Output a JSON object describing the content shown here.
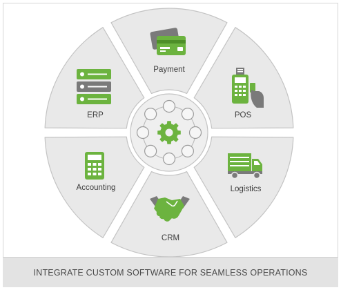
{
  "segments": [
    {
      "id": "payment",
      "label": "Payment",
      "icon": "credit-card-icon"
    },
    {
      "id": "pos",
      "label": "POS",
      "icon": "pos-terminal-icon"
    },
    {
      "id": "logistics",
      "label": "Logistics",
      "icon": "delivery-truck-icon"
    },
    {
      "id": "crm",
      "label": "CRM",
      "icon": "handshake-icon"
    },
    {
      "id": "accounting",
      "label": "Accounting",
      "icon": "calculator-icon"
    },
    {
      "id": "erp",
      "label": "ERP",
      "icon": "server-stack-icon"
    }
  ],
  "center": {
    "icon": "gear-icon"
  },
  "footer": {
    "text": "INTEGRATE CUSTOM SOFTWARE FOR SEAMLESS OPERATIONS"
  },
  "colors": {
    "accent": "#6cb33f",
    "gray_icon": "#7a7a7a",
    "segment_fill": "#e9e9e9"
  }
}
